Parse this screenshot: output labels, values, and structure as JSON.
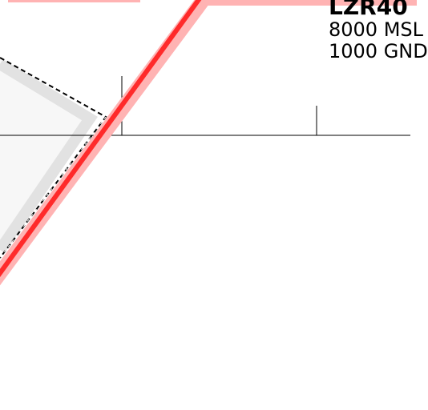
{
  "airspace": {
    "name": "LZR40",
    "upper_limit": "8000 MSL",
    "lower_limit": "1000 GND"
  },
  "colors": {
    "restricted_route": "#ff2a2a",
    "restricted_route_halo": "#ffb3b3",
    "zone_fill": "#f7f7f7",
    "zone_border": "#e2e2e2",
    "boundary_dashed": "#000000",
    "grid_line": "#000000"
  }
}
